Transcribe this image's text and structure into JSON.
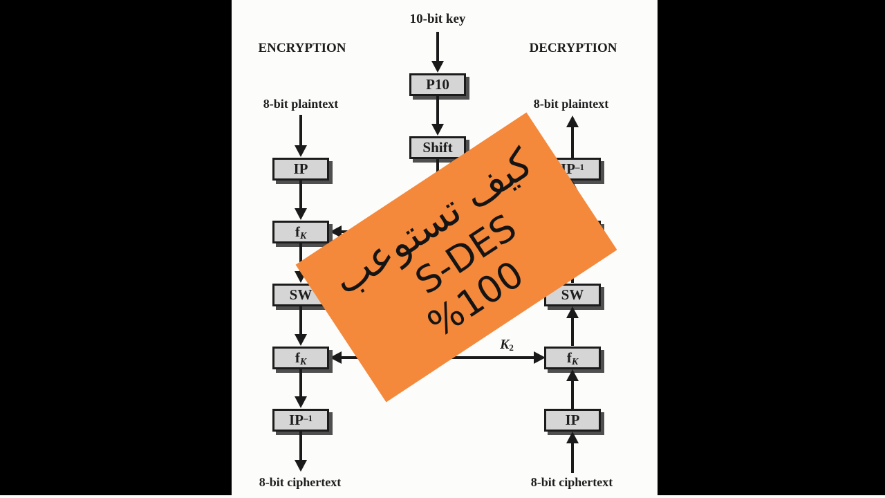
{
  "colors": {
    "pillar_bar": "#000000",
    "canvas_bg": "#fcfcfa",
    "box_fill": "#d5d5d5",
    "box_border": "#1b1b1b",
    "box_shadow": "#4f4f4f",
    "arrow_line": "#1a1a1a",
    "diagram_text": "#1d1d1d",
    "sticker_bg": "#f4883b",
    "sticker_text": "#141414"
  },
  "headers": {
    "encryption": "ENCRYPTION",
    "decryption": "DECRYPTION"
  },
  "io_labels": {
    "key": "10-bit key",
    "plaintext": "8-bit plaintext",
    "ciphertext": "8-bit ciphertext"
  },
  "box_labels": {
    "p10": "P10",
    "shift": "Shift",
    "ip": "IP",
    "sw": "SW",
    "f_base": "f",
    "f_sub": "K",
    "ip_inv_base": "IP",
    "ip_inv_sup": "–1"
  },
  "key_arrows": {
    "k2_base": "K",
    "k2_sub": "2"
  },
  "sticker": {
    "line1_arabic": "كيف تستوعب",
    "line2": "S-DES",
    "line3": "%100"
  }
}
